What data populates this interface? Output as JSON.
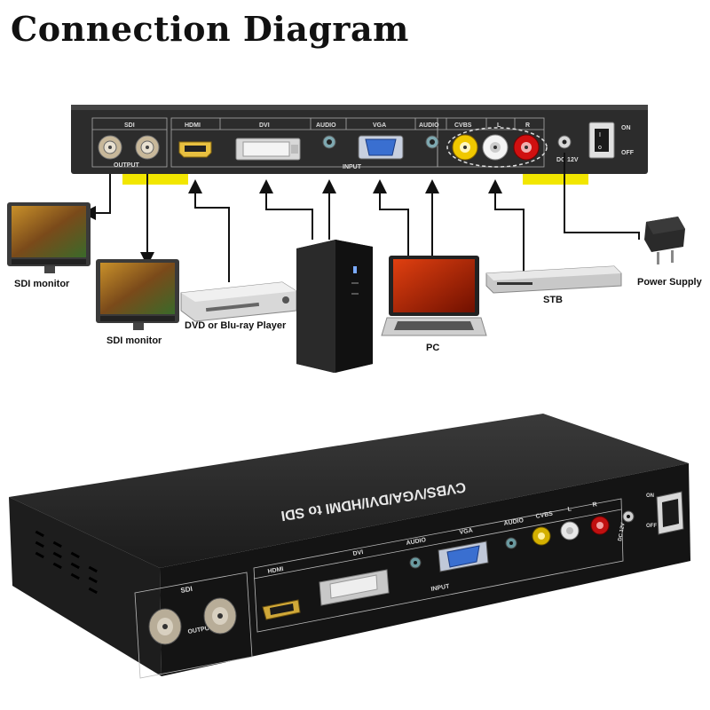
{
  "title": "Connection Diagram",
  "panel": {
    "sdi": "SDI",
    "output": "OUTPUT",
    "hdmi": "HDMI",
    "dvi": "DVI",
    "audio1": "AUDIO",
    "vga": "VGA",
    "audio2": "AUDIO",
    "cvbs": "CVBS",
    "l": "L",
    "r": "R",
    "input": "INPUT",
    "dc": "DC 12V",
    "on": "ON",
    "off": "OFF"
  },
  "devices": {
    "sdi_monitor_1": "SDI monitor",
    "sdi_monitor_2": "SDI monitor",
    "dvd": "DVD or Blu-ray Player",
    "pc": "PC",
    "stb": "STB",
    "power": "Power Supply"
  },
  "product": {
    "top_label": "CVBS/VGA/DVI/HDMI to SDI",
    "sdi": "SDI",
    "output": "OUTPUT",
    "hdmi": "HDMI",
    "dvi": "DVI",
    "audio1": "AUDIO",
    "vga": "VGA",
    "audio2": "AUDIO",
    "cvbs": "CVBS",
    "l": "L",
    "r": "R",
    "input": "INPUT",
    "dc": "DC 12V",
    "on": "ON",
    "off": "OFF"
  },
  "colors": {
    "panel": "#2c2c2c",
    "highlight": "#f2e600",
    "cvbs_yellow": "#f0c800",
    "audio_white": "#f4f4f4",
    "audio_red": "#d01010",
    "vga_blue": "#3a6fd0"
  }
}
